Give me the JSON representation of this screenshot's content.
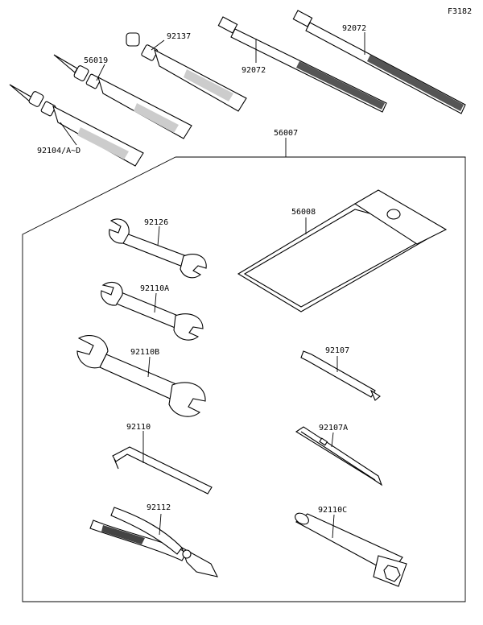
{
  "figure_id": "F3182",
  "parts": {
    "tube_92104": "92104/A~D",
    "tube_56019": "56019",
    "tube_92137": "92137",
    "band_92072_left": "92072",
    "band_92072_right": "92072",
    "kit_56007": "56007",
    "case_56008": "56008",
    "wrench_92126": "92126",
    "wrench_92110A": "92110A",
    "wrench_92110B": "92110B",
    "hex_wrench_92110": "92110",
    "pliers_92112": "92112",
    "screwdriver_92107": "92107",
    "screwdriver_92107A": "92107A",
    "socket_wrench_92110C": "92110C"
  }
}
